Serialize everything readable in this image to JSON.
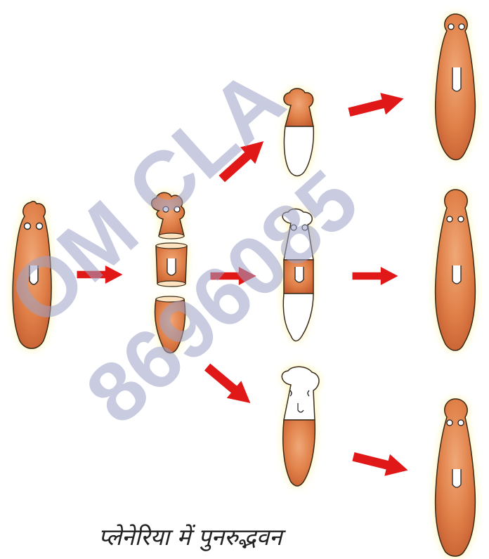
{
  "caption": "प्लेनेरिया में पुनरुद्भवन",
  "watermark": {
    "line1": "OM CLA",
    "line2": "8696085"
  },
  "colors": {
    "body_fill": "#e48a55",
    "body_dark": "#b85a30",
    "outline": "#3a2a1a",
    "glow": "#fff3a0",
    "arrow": "#e01818",
    "watermark": "#9ea3c8"
  }
}
